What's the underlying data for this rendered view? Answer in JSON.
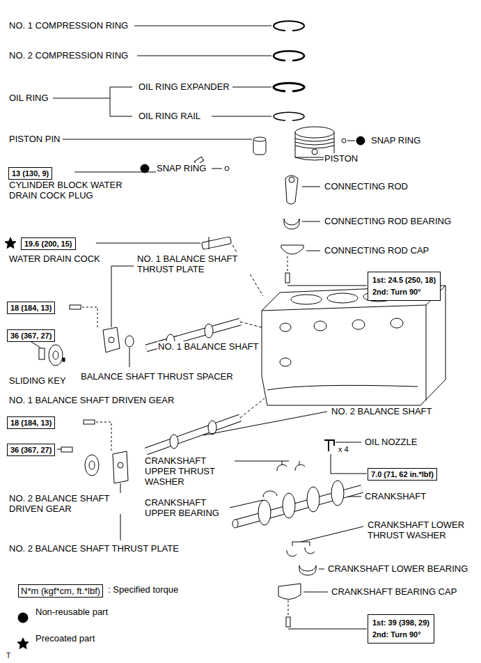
{
  "diagram": {
    "nodes": [
      {
        "text": [
          "13 (130, 9)"
        ]
      },
      {
        "text": [
          "19.6 (200, 15)"
        ]
      },
      {
        "text": [
          "1st: 24.5 (250, 18)",
          "2nd: Turn 90°"
        ]
      },
      {
        "text": [
          "18 (184, 13)"
        ]
      },
      {
        "text": [
          "36 (367, 27)"
        ]
      },
      {
        "text": [
          "18 (184, 13)"
        ]
      },
      {
        "text": [
          "36 (367, 27)"
        ]
      },
      {
        "text": [
          "7.0 (71, 62 in.*lbf)"
        ]
      },
      {
        "text": [
          "N*m (kgf*cm, ft.*lbf)"
        ]
      },
      {
        "text": [
          "1st: 39 (398, 29)",
          "2nd: Turn 90°"
        ]
      }
    ],
    "labels": [
      "NO. 1 COMPRESSION RING",
      "NO. 2 COMPRESSION RING",
      "OIL RING",
      "OIL RING EXPANDER",
      "OIL RING RAIL",
      "PISTON PIN",
      "SNAP RING",
      "PISTON",
      "SNAP RING",
      "CYLINDER BLOCK WATER DRAIN COCK PLUG",
      "CONNECTING ROD",
      "CONNECTING ROD BEARING",
      "CONNECTING ROD CAP",
      "WATER DRAIN COCK",
      "NO. 1 BALANCE SHAFT THRUST PLATE",
      "NO. 1 BALANCE SHAFT",
      "SLIDING KEY",
      "BALANCE SHAFT THRUST SPACER",
      "NO. 1 BALANCE SHAFT DRIVEN GEAR",
      "NO. 2 BALANCE SHAFT",
      "OIL NOZZLE",
      "x 4",
      "CRANKSHAFT UPPER THRUST WASHER",
      "CRANKSHAFT",
      "NO. 2 BALANCE SHAFT DRIVEN GEAR",
      "CRANKSHAFT UPPER BEARING",
      "CRANKSHAFT LOWER THRUST WASHER",
      "NO. 2 BALANCE SHAFT THRUST PLATE",
      "CRANKSHAFT LOWER BEARING",
      "CRANKSHAFT BEARING CAP",
      "T"
    ],
    "legend": [
      {
        "text": ": Specified torque"
      },
      {
        "text": "Non-reusable part"
      },
      {
        "text": "Precoated part"
      }
    ]
  }
}
